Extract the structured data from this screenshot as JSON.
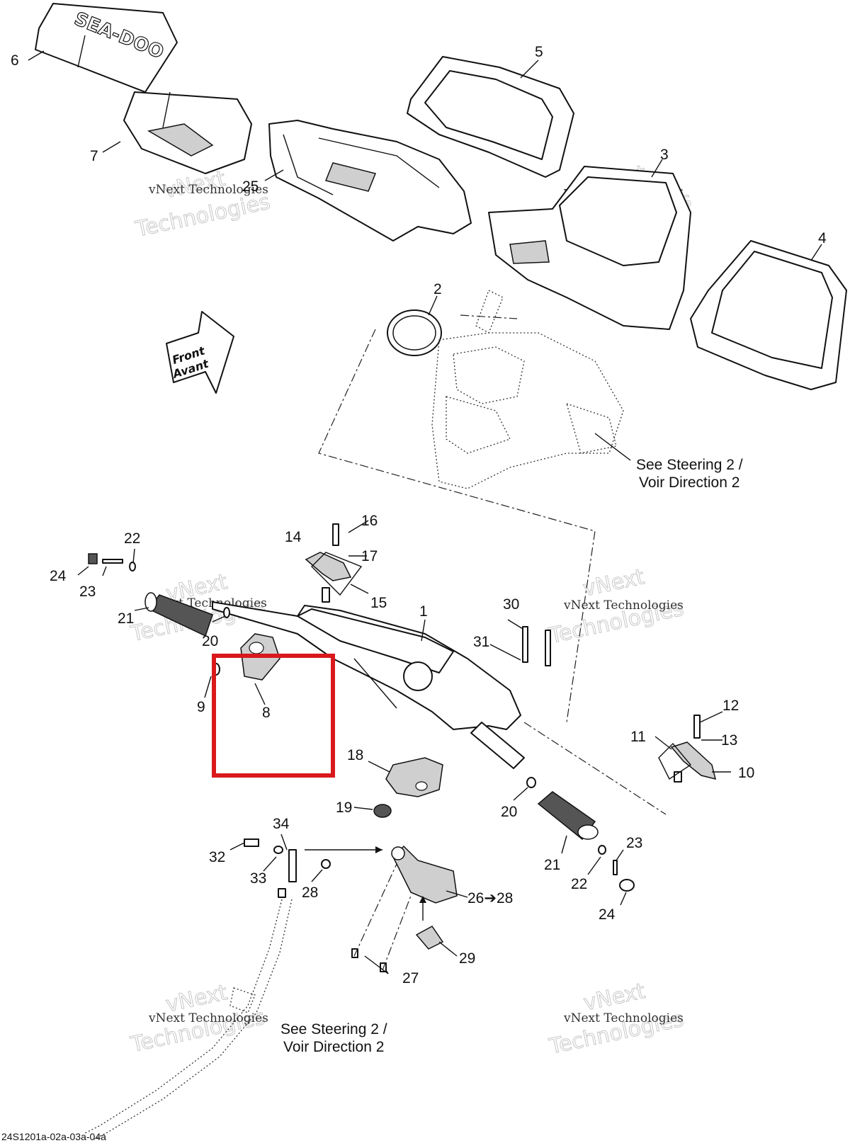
{
  "diagram": {
    "brand_text": "SEA-DOO",
    "front_arrow": {
      "line1": "Front",
      "line2": "Avant"
    },
    "callouts": {
      "c1": "1",
      "c2": "2",
      "c3": "3",
      "c4": "4",
      "c5": "5",
      "c6": "6",
      "c7": "7",
      "c8": "8",
      "c9": "9",
      "c10": "10",
      "c11": "11",
      "c12": "12",
      "c13": "13",
      "c14": "14",
      "c15": "15",
      "c16": "16",
      "c17": "17",
      "c18": "18",
      "c19": "19",
      "c20a": "20",
      "c20b": "20",
      "c21a": "21",
      "c21b": "21",
      "c22a": "22",
      "c22b": "22",
      "c23a": "23",
      "c23b": "23",
      "c24a": "24",
      "c24b": "24",
      "c25": "25",
      "c26": "26➔28",
      "c27": "27",
      "c28": "28",
      "c29": "29",
      "c30": "30",
      "c31": "31",
      "c32": "32",
      "c33": "33",
      "c34": "34"
    },
    "notes": {
      "steering_top": {
        "line1": "See Steering 2 /",
        "line2": "Voir Direction 2"
      },
      "steering_bottom": {
        "line1": "See Steering 2 /",
        "line2": "Voir Direction 2"
      }
    },
    "watermark": {
      "line1": "vNext Technologies",
      "line2": "Technologies",
      "line3": "vNext"
    },
    "drawing_code": "24S1201a-02a-03a-04a",
    "highlight_color": "#d9191c"
  }
}
